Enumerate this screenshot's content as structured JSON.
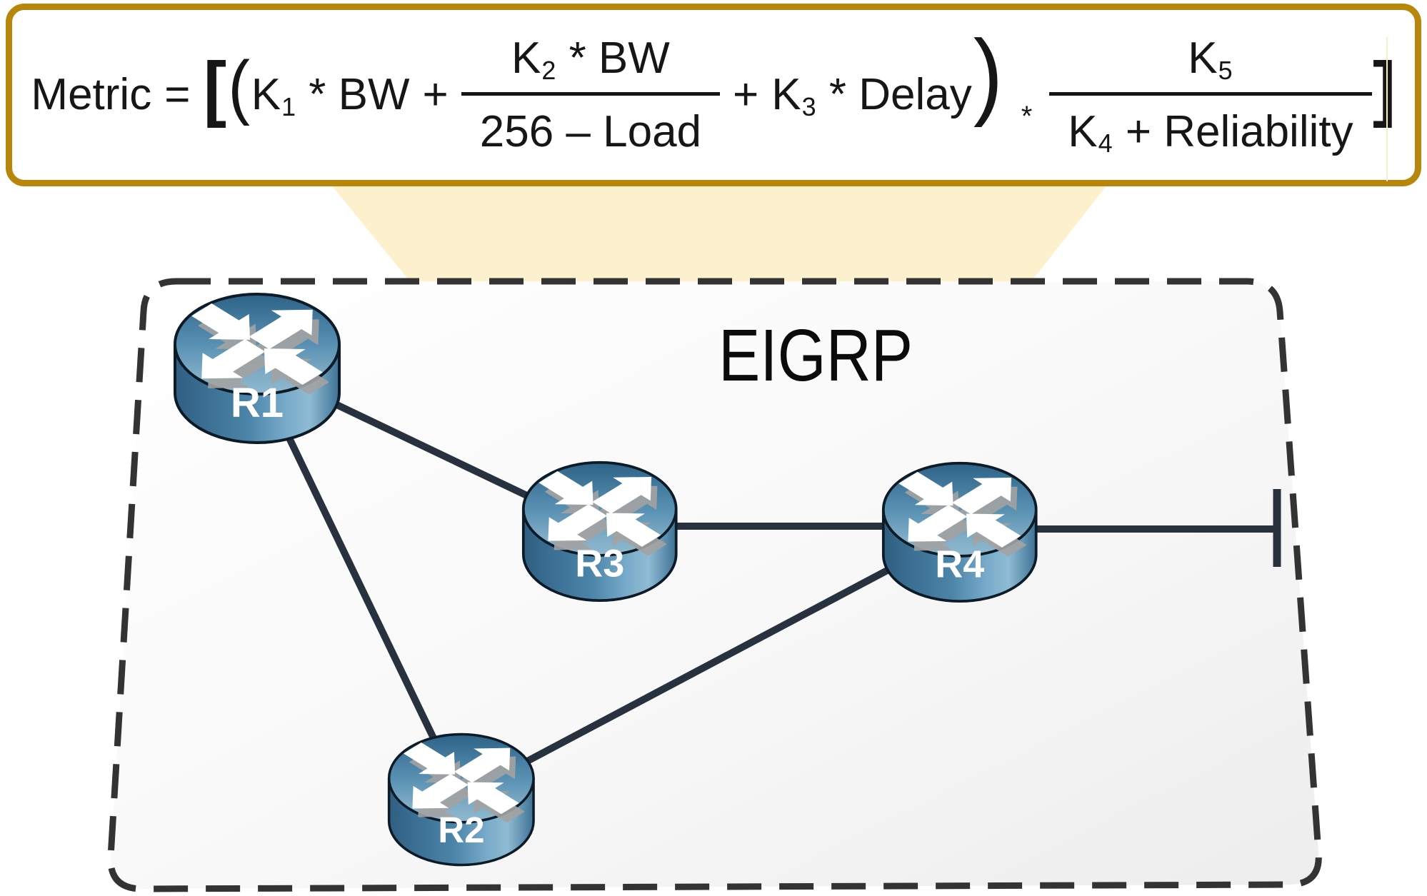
{
  "formula": {
    "lhs": "Metric",
    "eq": "=",
    "bracket_open": "[",
    "paren_open": "(",
    "t1_base": "K",
    "t1_sub": "1",
    "t1_tail": " * BW",
    "plus1": "+",
    "f1_num_base": "K",
    "f1_num_sub": "2",
    "f1_num_tail": " * BW",
    "f1_den": "256 – Load",
    "plus2": "+",
    "t3_base": "K",
    "t3_sub": "3",
    "t3_tail": " * Delay",
    "paren_close": ")",
    "mult": "*",
    "f2_num_base": "K",
    "f2_num_sub": "5",
    "f2_den_base": "K",
    "f2_den_sub": "4",
    "f2_den_tail": " + Reliability",
    "bracket_close": "]"
  },
  "diagram": {
    "protocol_label": "EIGRP",
    "routers": [
      {
        "label": "R1"
      },
      {
        "label": "R2"
      },
      {
        "label": "R3"
      },
      {
        "label": "R4"
      }
    ],
    "links": [
      {
        "from": "R1",
        "to": "R3"
      },
      {
        "from": "R1",
        "to": "R2"
      },
      {
        "from": "R2",
        "to": "R4"
      },
      {
        "from": "R3",
        "to": "R4"
      },
      {
        "from": "R4",
        "to": "network-segment"
      }
    ]
  },
  "colors": {
    "formula_border": "#B8860B",
    "formula_text": "#161616",
    "pointer_fill": "#FDF0CD",
    "boundary_dash": "#333333",
    "boundary_fill": "#F5F5F5",
    "link": "#28323F",
    "router_top": "#5890B2",
    "router_body": "#4C85A9",
    "router_outline": "#0D1B26",
    "router_label": "#FFFFFF",
    "background": "#FFFFFF"
  }
}
